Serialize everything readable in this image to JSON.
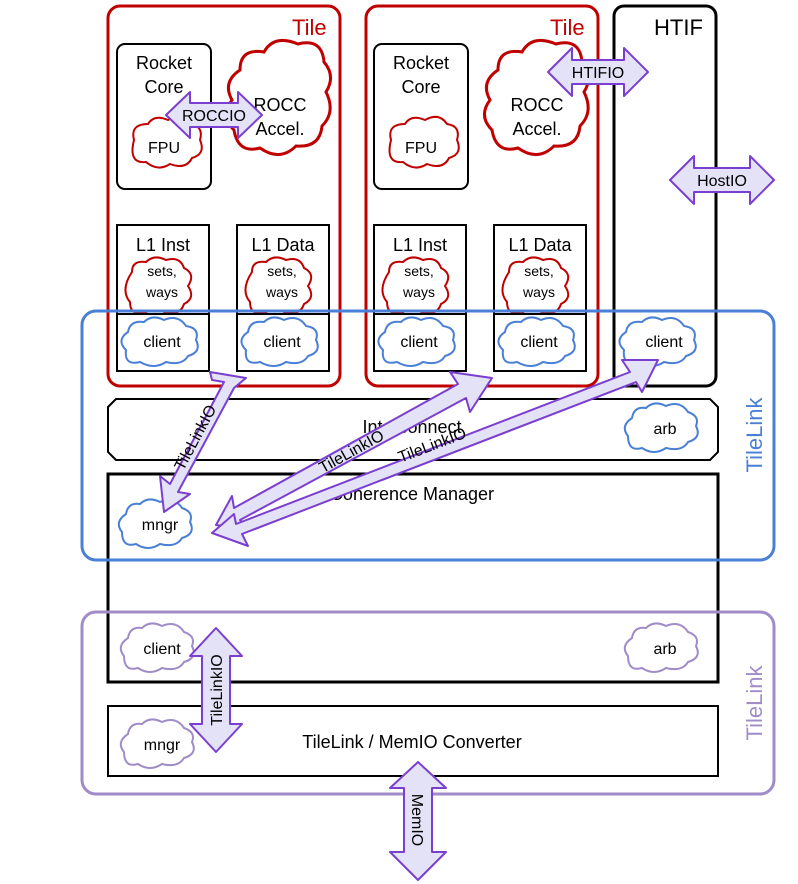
{
  "tiles": [
    {
      "title": "Tile",
      "core_lines": [
        "Rocket",
        "Core"
      ],
      "fpu": "FPU",
      "rocc_lines": [
        "ROCC",
        "Accel."
      ],
      "l1_inst": "L1 Inst",
      "l1_data": "L1 Data",
      "cache_cfg_lines": [
        "sets,",
        "ways"
      ],
      "client": "client"
    },
    {
      "title": "Tile",
      "core_lines": [
        "Rocket",
        "Core"
      ],
      "fpu": "FPU",
      "rocc_lines": [
        "ROCC",
        "Accel."
      ],
      "l1_inst": "L1 Inst",
      "l1_data": "L1 Data",
      "cache_cfg_lines": [
        "sets,",
        "ways"
      ],
      "client": "client"
    }
  ],
  "htif": {
    "title": "HTIF",
    "client": "client"
  },
  "arrows": {
    "roccio": "ROCCIO",
    "htifio": "HTIFIO",
    "hostio": "HostIO",
    "tilelinkio": "TileLinkIO",
    "memio": "MemIO"
  },
  "network": {
    "title": "Interconnect",
    "arb": "arb"
  },
  "coherence": {
    "title": "Coherence Manager",
    "mngr": "mngr",
    "client": "client",
    "arb": "arb"
  },
  "converter": {
    "title": "TileLink / MemIO Converter",
    "mngr": "mngr"
  },
  "tilelink_labels": [
    "TileLink",
    "TileLink"
  ],
  "colors": {
    "tile_red": "#c00000",
    "tilelink_blue": "#4a7fd6",
    "tilelink_purple": "#a08cc8",
    "arrow_stroke": "#7b3fd0",
    "arrow_fill": "#e4e2f6"
  }
}
